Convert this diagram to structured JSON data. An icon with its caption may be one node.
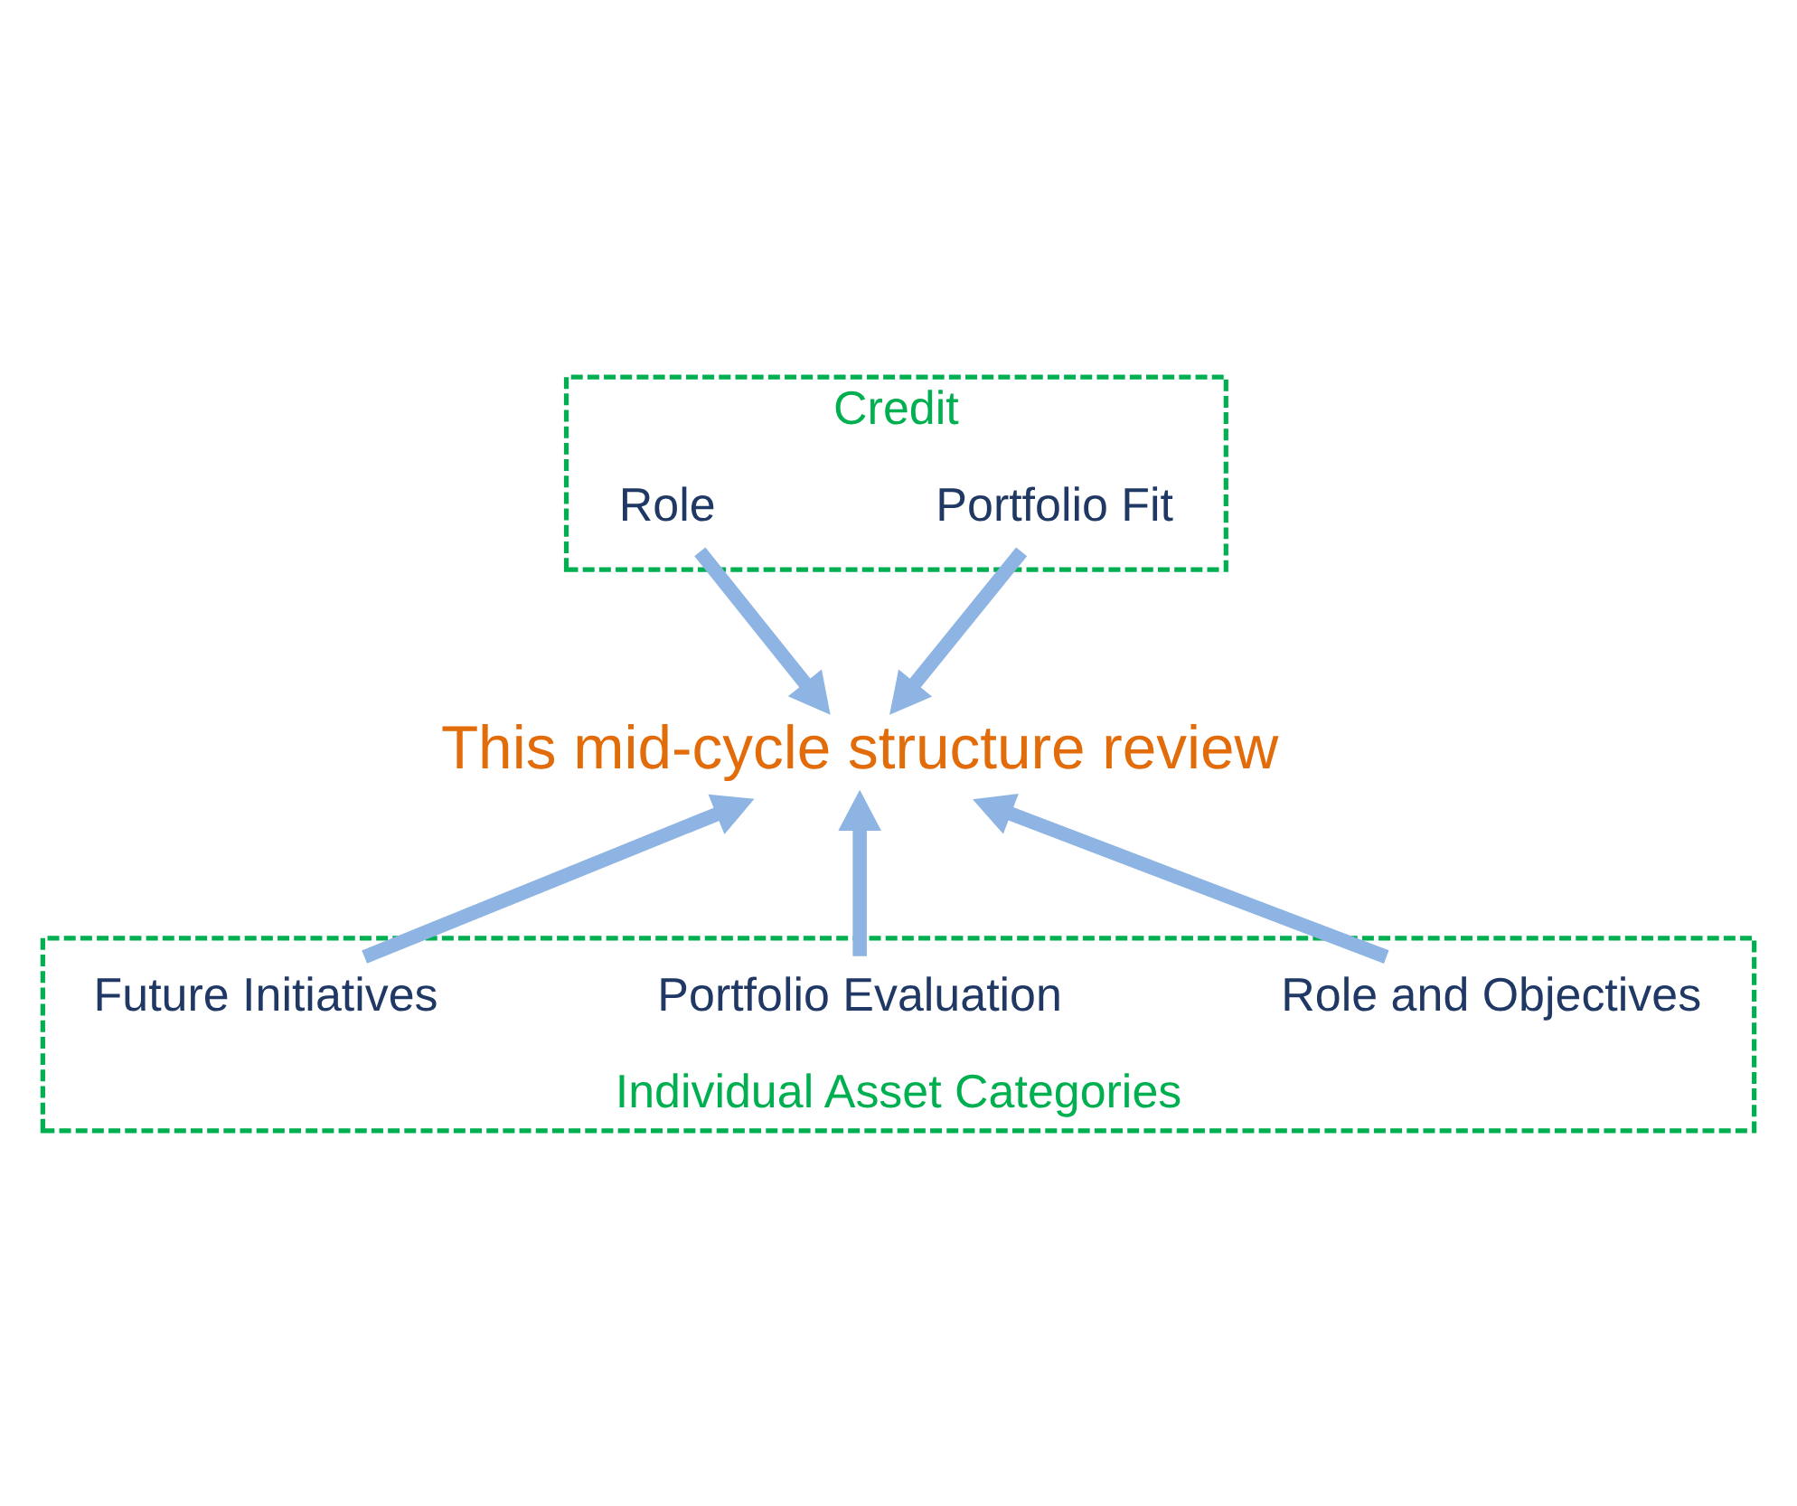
{
  "diagram": {
    "nodes": [
      {
        "text": [
          "Credit"
        ]
      },
      {
        "text": [
          "Portfolio Fit"
        ],
        "in": 0
      },
      {
        "text": [
          "Role"
        ],
        "in": 0
      },
      {
        "text": [
          "This mid-cycle structure review"
        ]
      },
      {
        "text": [
          "Individual Asset Categories"
        ]
      },
      {
        "text": [
          "Role and Objectives"
        ],
        "in": 4
      },
      {
        "text": [
          "Portfolio Evaluation"
        ],
        "in": 4
      },
      {
        "text": [
          "Future Initiatives"
        ],
        "in": 4
      }
    ],
    "edges": [
      {
        "from": 1,
        "to": 3,
        "arrow": "to"
      },
      {
        "from": 2,
        "to": 3,
        "arrow": "to"
      },
      {
        "from": 5,
        "to": 3,
        "arrow": "to"
      },
      {
        "from": 6,
        "to": 3,
        "arrow": "to"
      },
      {
        "from": 7,
        "to": 3,
        "arrow": "to"
      }
    ]
  }
}
